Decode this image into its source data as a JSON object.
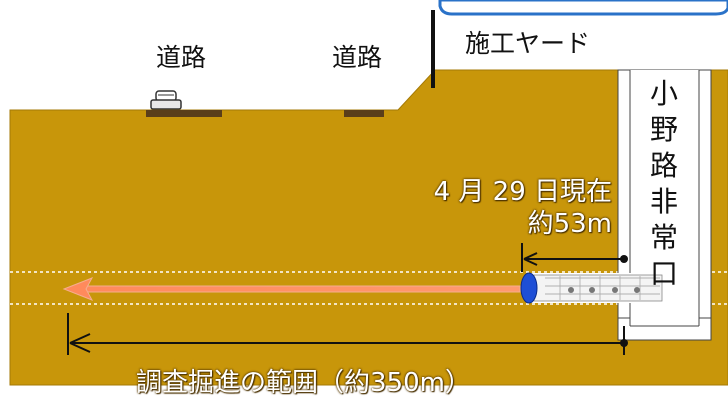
{
  "labels": {
    "road_left": "道路",
    "road_right": "道路",
    "construction_yard": "施工ヤード",
    "shaft_chars": [
      "小",
      "野",
      "路",
      "非",
      "常",
      "口"
    ],
    "status_date": "4 月 29 日現在",
    "status_distance": "約53m",
    "survey_range": "調査掘進の範囲（約350m）"
  },
  "colors": {
    "ground": "#c8960a",
    "road": "#5a3e1a",
    "shaft_wall": "#ffffff",
    "tunnel_boundary": "#ffffff",
    "direction_arrow": "#f26a3c",
    "cutter_head": "#1e4fd6"
  },
  "icons": {
    "vehicle": "car-icon",
    "tbm": "tunnel-boring-machine-icon"
  }
}
